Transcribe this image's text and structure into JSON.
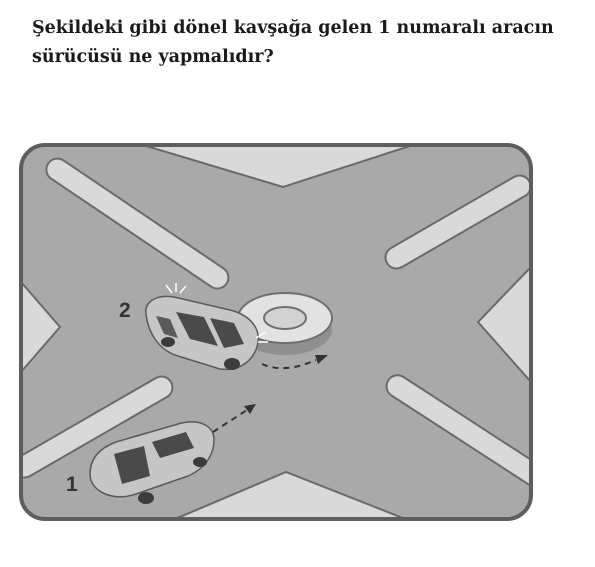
{
  "question": {
    "line1": "Şekildeki gibi dönel kavşağa gelen 1 numaralı aracın",
    "line2": "sürücüsü ne yapmalıdır?"
  },
  "figure": {
    "car_label_1": "1",
    "car_label_2": "2",
    "colors": {
      "road": "#a9a9a9",
      "island": "#d9d9d9",
      "border": "#5e5e5e",
      "car_body": "#c6c6c6",
      "car_glass": "#4a4a4a"
    }
  }
}
